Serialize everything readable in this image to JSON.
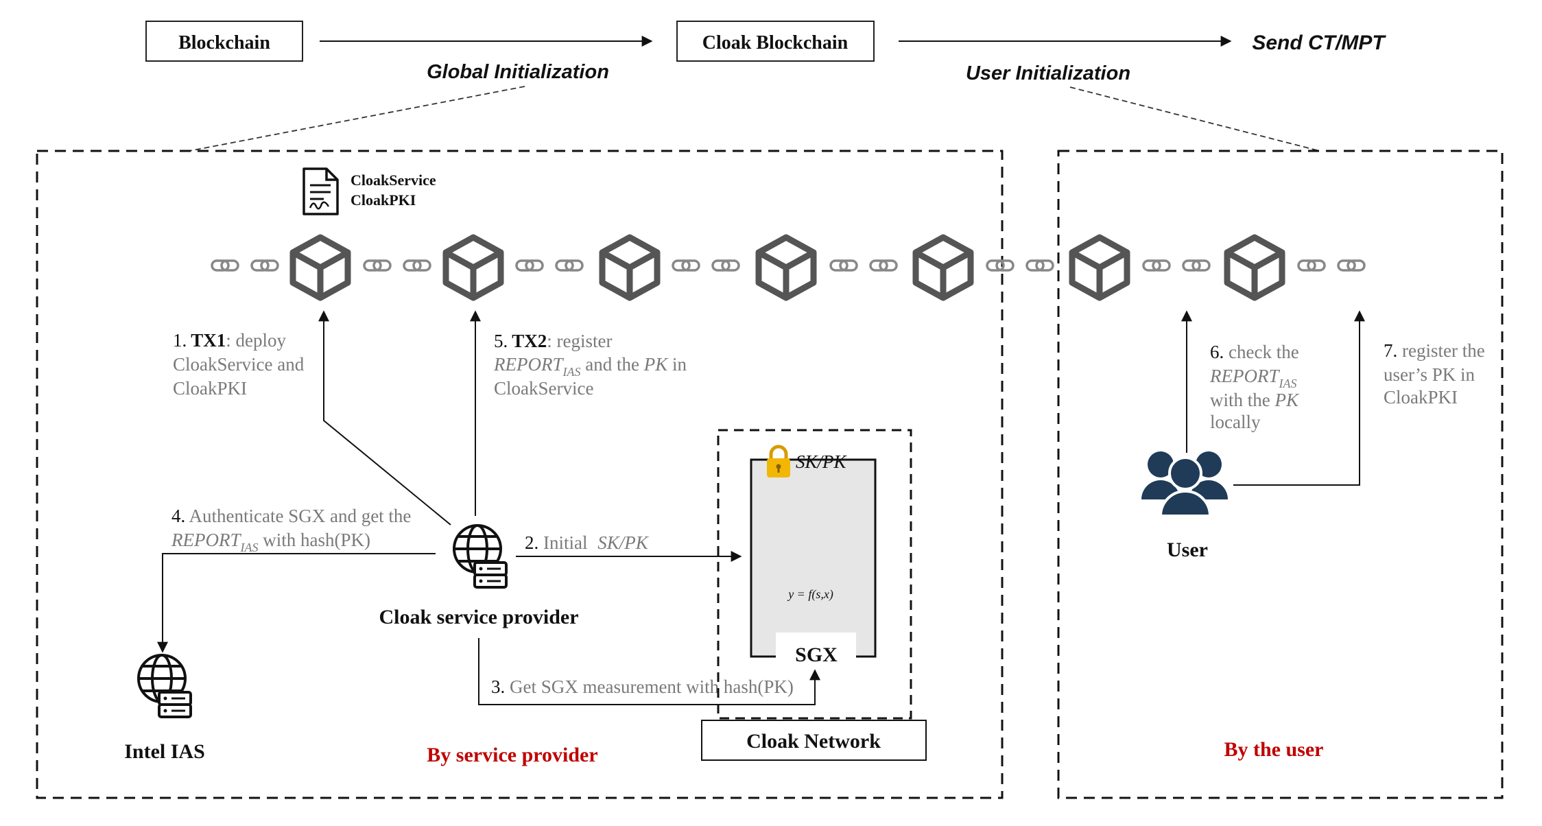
{
  "flow": {
    "step1": "Blockchain",
    "step2": "Cloak Blockchain",
    "step3": "Send CT/MPT",
    "phase1": "Global Initialization",
    "phase2": "User Initialization"
  },
  "contracts": {
    "line1": "CloakService",
    "line2": "CloakPKI"
  },
  "labels": {
    "tx1_num": "1.",
    "tx1_bold": "TX1",
    "tx1_rest": ": deploy",
    "tx1_l2": "CloakService and",
    "tx1_l3": "CloakPKI",
    "tx2_num": "5.",
    "tx2_bold": "TX2",
    "tx2_rest": ": register",
    "tx2_report": "REPORT",
    "tx2_sub": "IAS",
    "tx2_mid": " and the ",
    "tx2_pk": "PK",
    "tx2_in": " in",
    "tx2_l3": "CloakService",
    "auth_num": "4.",
    "auth_text": " Authenticate SGX and get the",
    "auth_report": "REPORT",
    "auth_sub": "IAS",
    "auth_rest": " with hash(PK)",
    "init_num": "2.",
    "init_text": " Initial ",
    "init_key": "SK/PK",
    "meas_num": "3.",
    "meas_text": " Get SGX measurement with hash(PK)",
    "check_num": "6.",
    "check_l1": " check the",
    "check_report": "REPORT",
    "check_sub": "IAS",
    "check_l3a": "with the ",
    "check_pk": "PK",
    "check_l4": "locally",
    "reg_num": "7.",
    "reg_l1": " register the",
    "reg_l2": "user’s PK in",
    "reg_l3": "CloakPKI"
  },
  "nodes": {
    "provider": "Cloak service provider",
    "ias": "Intel IAS",
    "user": "User",
    "sgx": "SGX",
    "network": "Cloak Network",
    "sgx_key": "SK/PK",
    "formula": "y = f(s,x)"
  },
  "regions": {
    "left_caption": "By service provider",
    "right_caption": "By the user"
  },
  "colors": {
    "caption_red": "#c00000",
    "label_gray": "#7a7a7a",
    "block_gray": "#555555",
    "user_navy": "#1f3b57",
    "lock_gold": "#f2b705",
    "enclave_fill": "#e6e6e6"
  }
}
